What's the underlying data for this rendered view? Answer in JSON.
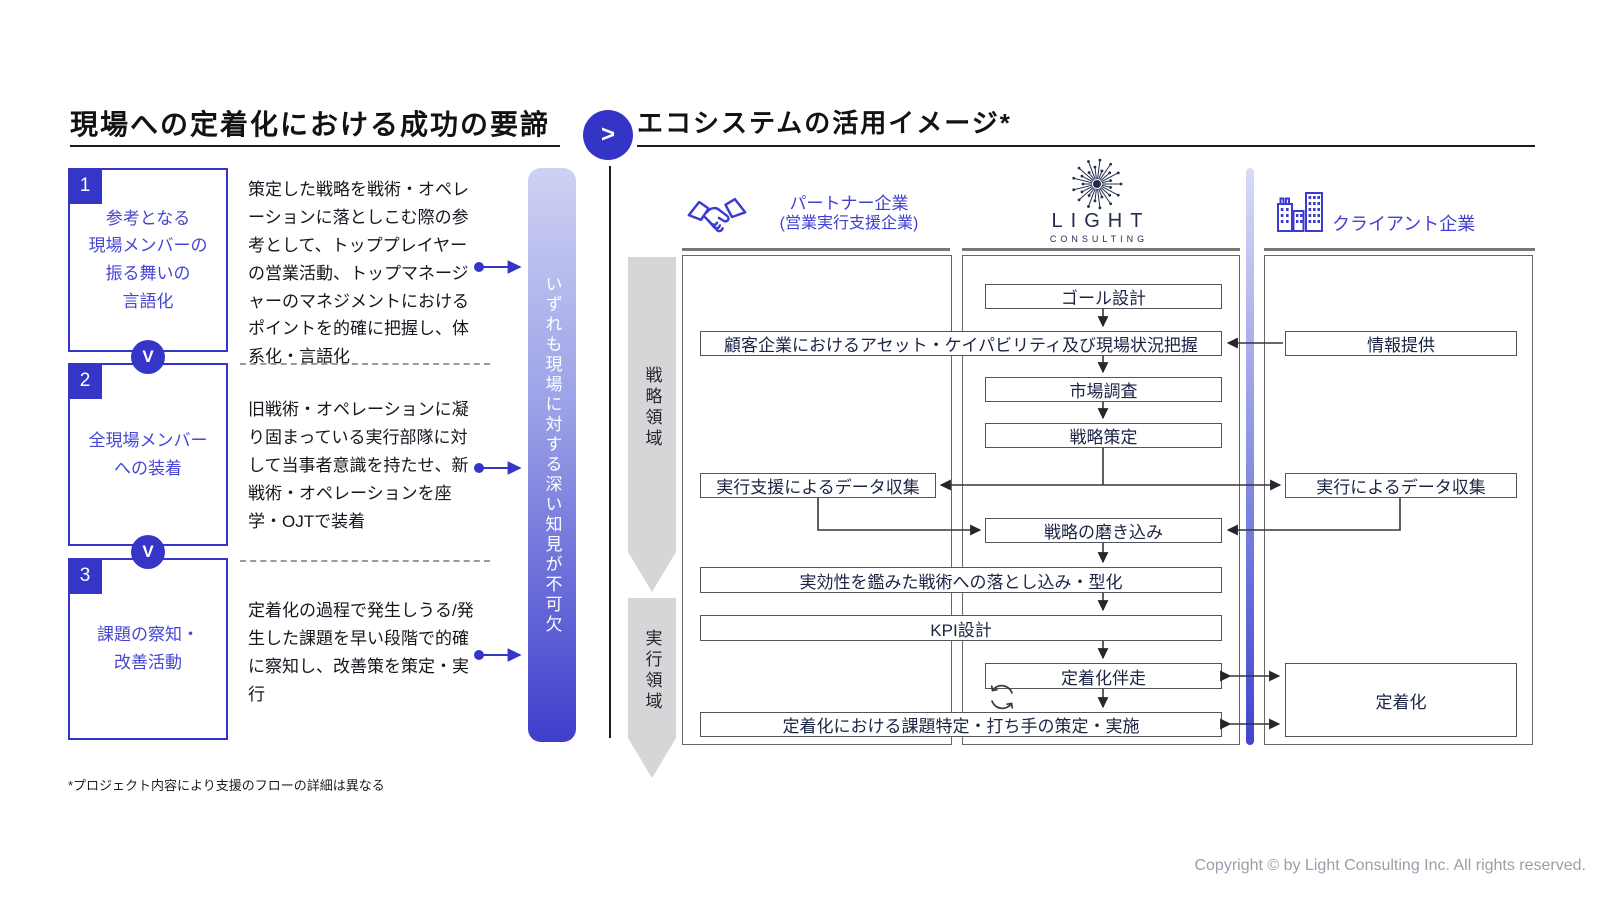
{
  "colors": {
    "accent": "#3535c8",
    "blue_text": "#4646d2",
    "navy_text": "#1b2444",
    "band_gray": "#d6d6d8",
    "footer_gray": "#98a0ac"
  },
  "left_panel": {
    "title": "現場への定着化における成功の要諦",
    "steps": [
      {
        "number": "1",
        "label": "参考となる\n現場メンバーの\n振る舞いの\n言語化",
        "description": "策定した戦略を戦術・オペレーションに落としこむ際の参考として、トッププレイヤーの営業活動、トップマネージャーのマネジメントにおけるポイントを的確に把握し、体系化・言語化"
      },
      {
        "number": "2",
        "label": "全現場メンバー\nへの装着",
        "description": "旧戦術・オペレーションに凝り固まっている実行部隊に対して当事者意識を持たせ、新戦術・オペレーションを座学・OJTで装着"
      },
      {
        "number": "3",
        "label": "課題の察知・\n改善活動",
        "description": "定着化の過程で発生しうる/発生した課題を早い段階で的確に察知し、改善策を策定・実行"
      }
    ],
    "step_connector": "V",
    "key_message": "いずれも現場に対する深い知見が不可欠",
    "footnote": "*プロジェクト内容により支援のフローの詳細は異なる"
  },
  "section_connector": ">",
  "right_panel": {
    "title": "エコシステムの活用イメージ*",
    "partner": {
      "line1": "パートナー企業",
      "line2": "(営業実行支援企業)"
    },
    "light_logo": {
      "main": "LIGHT",
      "sub": "CONSULTING"
    },
    "client": {
      "label": "クライアント企業"
    },
    "bands": [
      {
        "label": "戦略領域"
      },
      {
        "label": "実行領域"
      }
    ],
    "flow": {
      "goal": "ゴール設計",
      "asset_grasp": "顧客企業におけるアセット・ケイパビリティ及び現場状況把握",
      "market_research": "市場調査",
      "strategy": "戦略策定",
      "partner_data": "実行支援によるデータ収集",
      "client_data": "実行によるデータ収集",
      "strategy_refine": "戦略の磨き込み",
      "tactics": "実効性を鑑みた戦術への落とし込み・型化",
      "kpi": "KPI設計",
      "adoption_support": "定着化伴走",
      "issue_actions": "定着化における課題特定・打ち手の策定・実施",
      "info_provision": "情報提供",
      "adoption": "定着化"
    }
  },
  "footer": {
    "copyright": "Copyright © by Light Consulting Inc. All rights reserved."
  }
}
